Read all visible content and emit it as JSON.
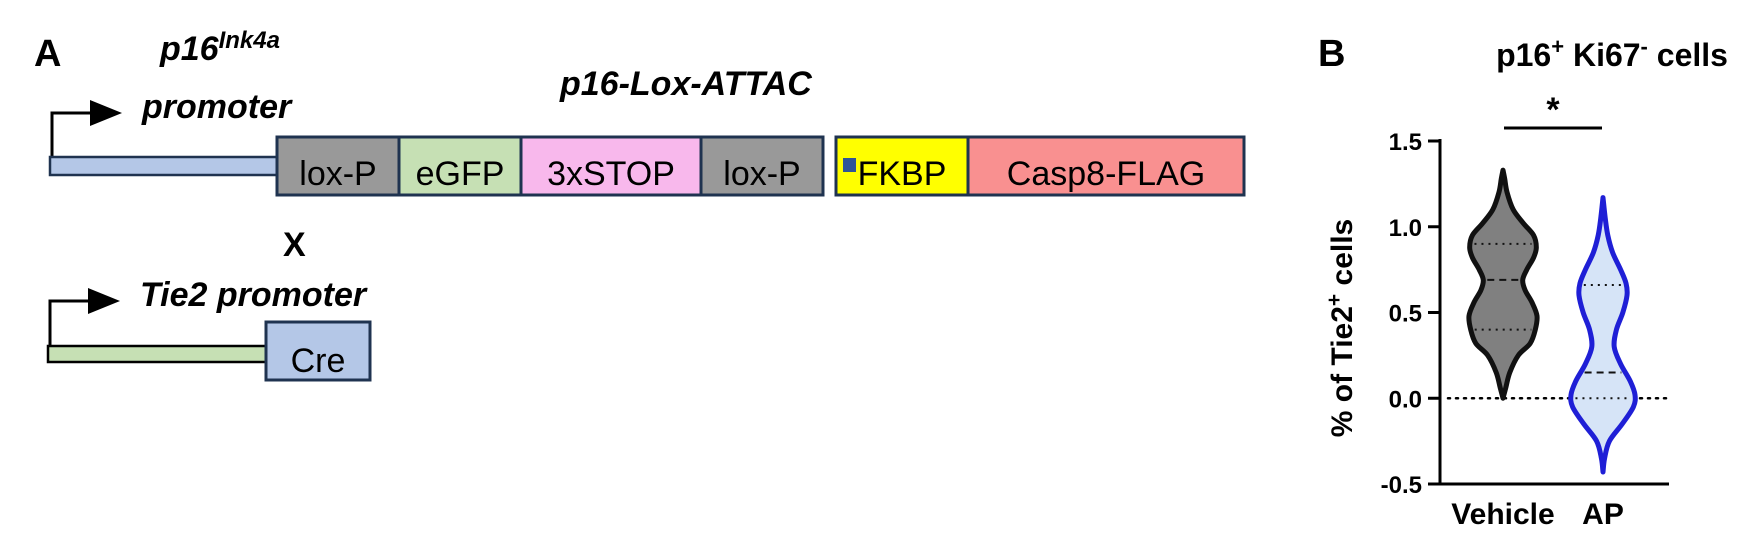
{
  "panel_a": {
    "label": "A",
    "p16_promoter": {
      "name": "p16",
      "superscript": "Ink4a",
      "second_line": "promoter"
    },
    "construct_title": "p16-Lox-ATTAC",
    "cross_symbol": "X",
    "tie2_promoter": "Tie2 promoter",
    "elements": [
      {
        "label": "lox-P",
        "color": "#999999"
      },
      {
        "label": "eGFP",
        "color": "#c6e0b4"
      },
      {
        "label": "3xSTOP",
        "color": "#f8b8ec"
      },
      {
        "label": "lox-P",
        "color": "#999999"
      },
      {
        "label": "FKBP",
        "color": "#ffff00"
      },
      {
        "label": "Casp8-FLAG",
        "color": "#f99090"
      }
    ],
    "cre": {
      "label": "Cre",
      "color": "#b4c7e7"
    },
    "colors": {
      "outline": "#1f3350",
      "line_p16": "#b4c7e7",
      "line_tie2": "#c6e0b4",
      "linker": "#2f5597"
    }
  },
  "panel_b": {
    "label": "B",
    "title": {
      "main": "p16",
      "sup1": "+",
      "mid": " Ki67",
      "sup2": "-",
      "tail": " cells"
    },
    "ylabel": {
      "main": "% of Tie2",
      "sup": "+",
      "tail": " cells"
    },
    "significance": "*"
  },
  "chart_data": {
    "type": "violin",
    "ylim": [
      -0.5,
      1.5
    ],
    "yticks": [
      -0.5,
      0.0,
      0.5,
      1.0,
      1.5
    ],
    "ytick_labels": [
      "-0.5",
      "0.0",
      "0.5",
      "1.0",
      "1.5"
    ],
    "reference_line": 0.0,
    "categories": [
      "Vehicle",
      "AP"
    ],
    "series": [
      {
        "category": "Vehicle",
        "fill": "#808080",
        "stroke": "#111111",
        "min": 0.0,
        "max": 1.33,
        "median": 0.69,
        "q1": 0.4,
        "q3": 0.9,
        "density": [
          [
            0.0,
            0.0
          ],
          [
            0.06,
            0.08
          ],
          [
            0.15,
            0.2
          ],
          [
            0.25,
            0.45
          ],
          [
            0.32,
            0.8
          ],
          [
            0.4,
            0.95
          ],
          [
            0.48,
            1.0
          ],
          [
            0.56,
            0.85
          ],
          [
            0.63,
            0.65
          ],
          [
            0.69,
            0.58
          ],
          [
            0.75,
            0.7
          ],
          [
            0.82,
            0.9
          ],
          [
            0.88,
            0.98
          ],
          [
            0.95,
            0.9
          ],
          [
            1.02,
            0.6
          ],
          [
            1.1,
            0.3
          ],
          [
            1.2,
            0.12
          ],
          [
            1.28,
            0.05
          ],
          [
            1.33,
            0.0
          ]
        ]
      },
      {
        "category": "AP",
        "fill": "#d6e4f7",
        "stroke": "#1f1fd6",
        "min": -0.43,
        "max": 1.17,
        "median": 0.15,
        "q1": 0.0,
        "q3": 0.66,
        "density": [
          [
            -0.43,
            0.0
          ],
          [
            -0.35,
            0.05
          ],
          [
            -0.25,
            0.2
          ],
          [
            -0.15,
            0.6
          ],
          [
            -0.05,
            0.95
          ],
          [
            0.02,
            1.0
          ],
          [
            0.1,
            0.85
          ],
          [
            0.2,
            0.55
          ],
          [
            0.3,
            0.35
          ],
          [
            0.4,
            0.42
          ],
          [
            0.5,
            0.62
          ],
          [
            0.6,
            0.75
          ],
          [
            0.67,
            0.72
          ],
          [
            0.75,
            0.55
          ],
          [
            0.85,
            0.3
          ],
          [
            0.95,
            0.15
          ],
          [
            1.05,
            0.07
          ],
          [
            1.17,
            0.0
          ]
        ]
      }
    ]
  }
}
